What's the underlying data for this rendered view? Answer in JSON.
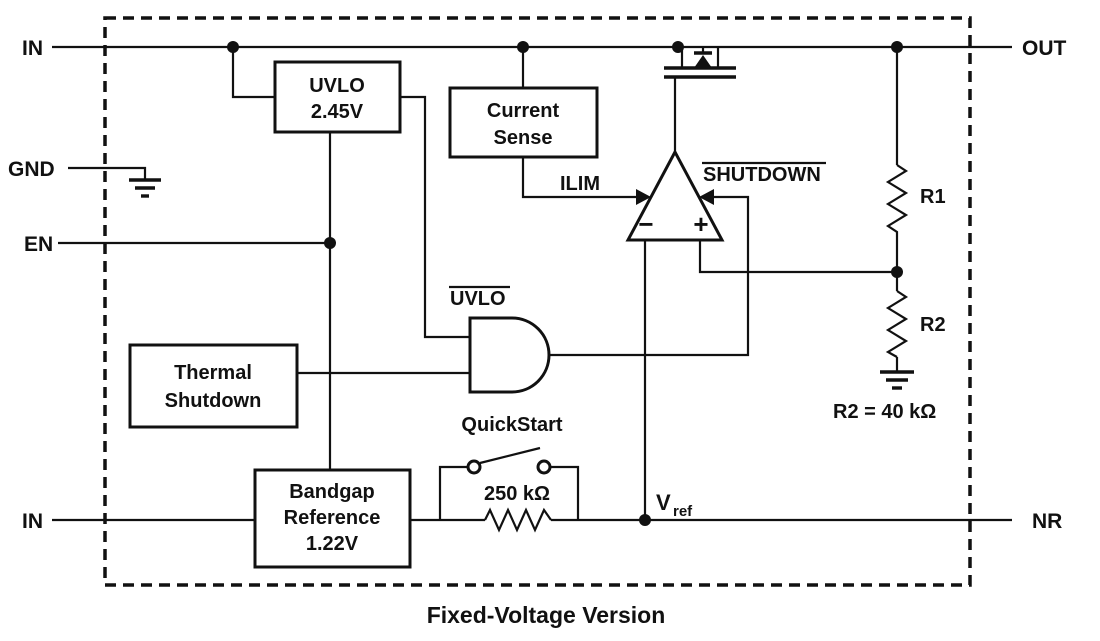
{
  "caption": "Fixed-Voltage Version",
  "colors": {
    "line": "#111111",
    "background": "#ffffff"
  },
  "pins": {
    "in_top": "IN",
    "gnd": "GND",
    "en": "EN",
    "in_bottom": "IN",
    "out": "OUT",
    "nr": "NR"
  },
  "blocks": {
    "uvlo": {
      "line1": "UVLO",
      "line2": "2.45V"
    },
    "current_sense": {
      "line1": "Current",
      "line2": "Sense"
    },
    "thermal_shutdown": {
      "line1": "Thermal",
      "line2": "Shutdown"
    },
    "bandgap": {
      "line1": "Bandgap",
      "line2": "Reference",
      "line3": "1.22V"
    }
  },
  "labels": {
    "ilim": "ILIM",
    "shutdown": "SHUTDOWN",
    "uvlo_bar": "UVLO",
    "quickstart": "QuickStart",
    "quickstart_resistor": "250 kΩ",
    "vref_base": "V",
    "vref_sub": "ref",
    "r1": "R1",
    "r2": "R2",
    "r2_value": "R2 = 40 kΩ",
    "amp_minus": "−",
    "amp_plus": "+"
  }
}
